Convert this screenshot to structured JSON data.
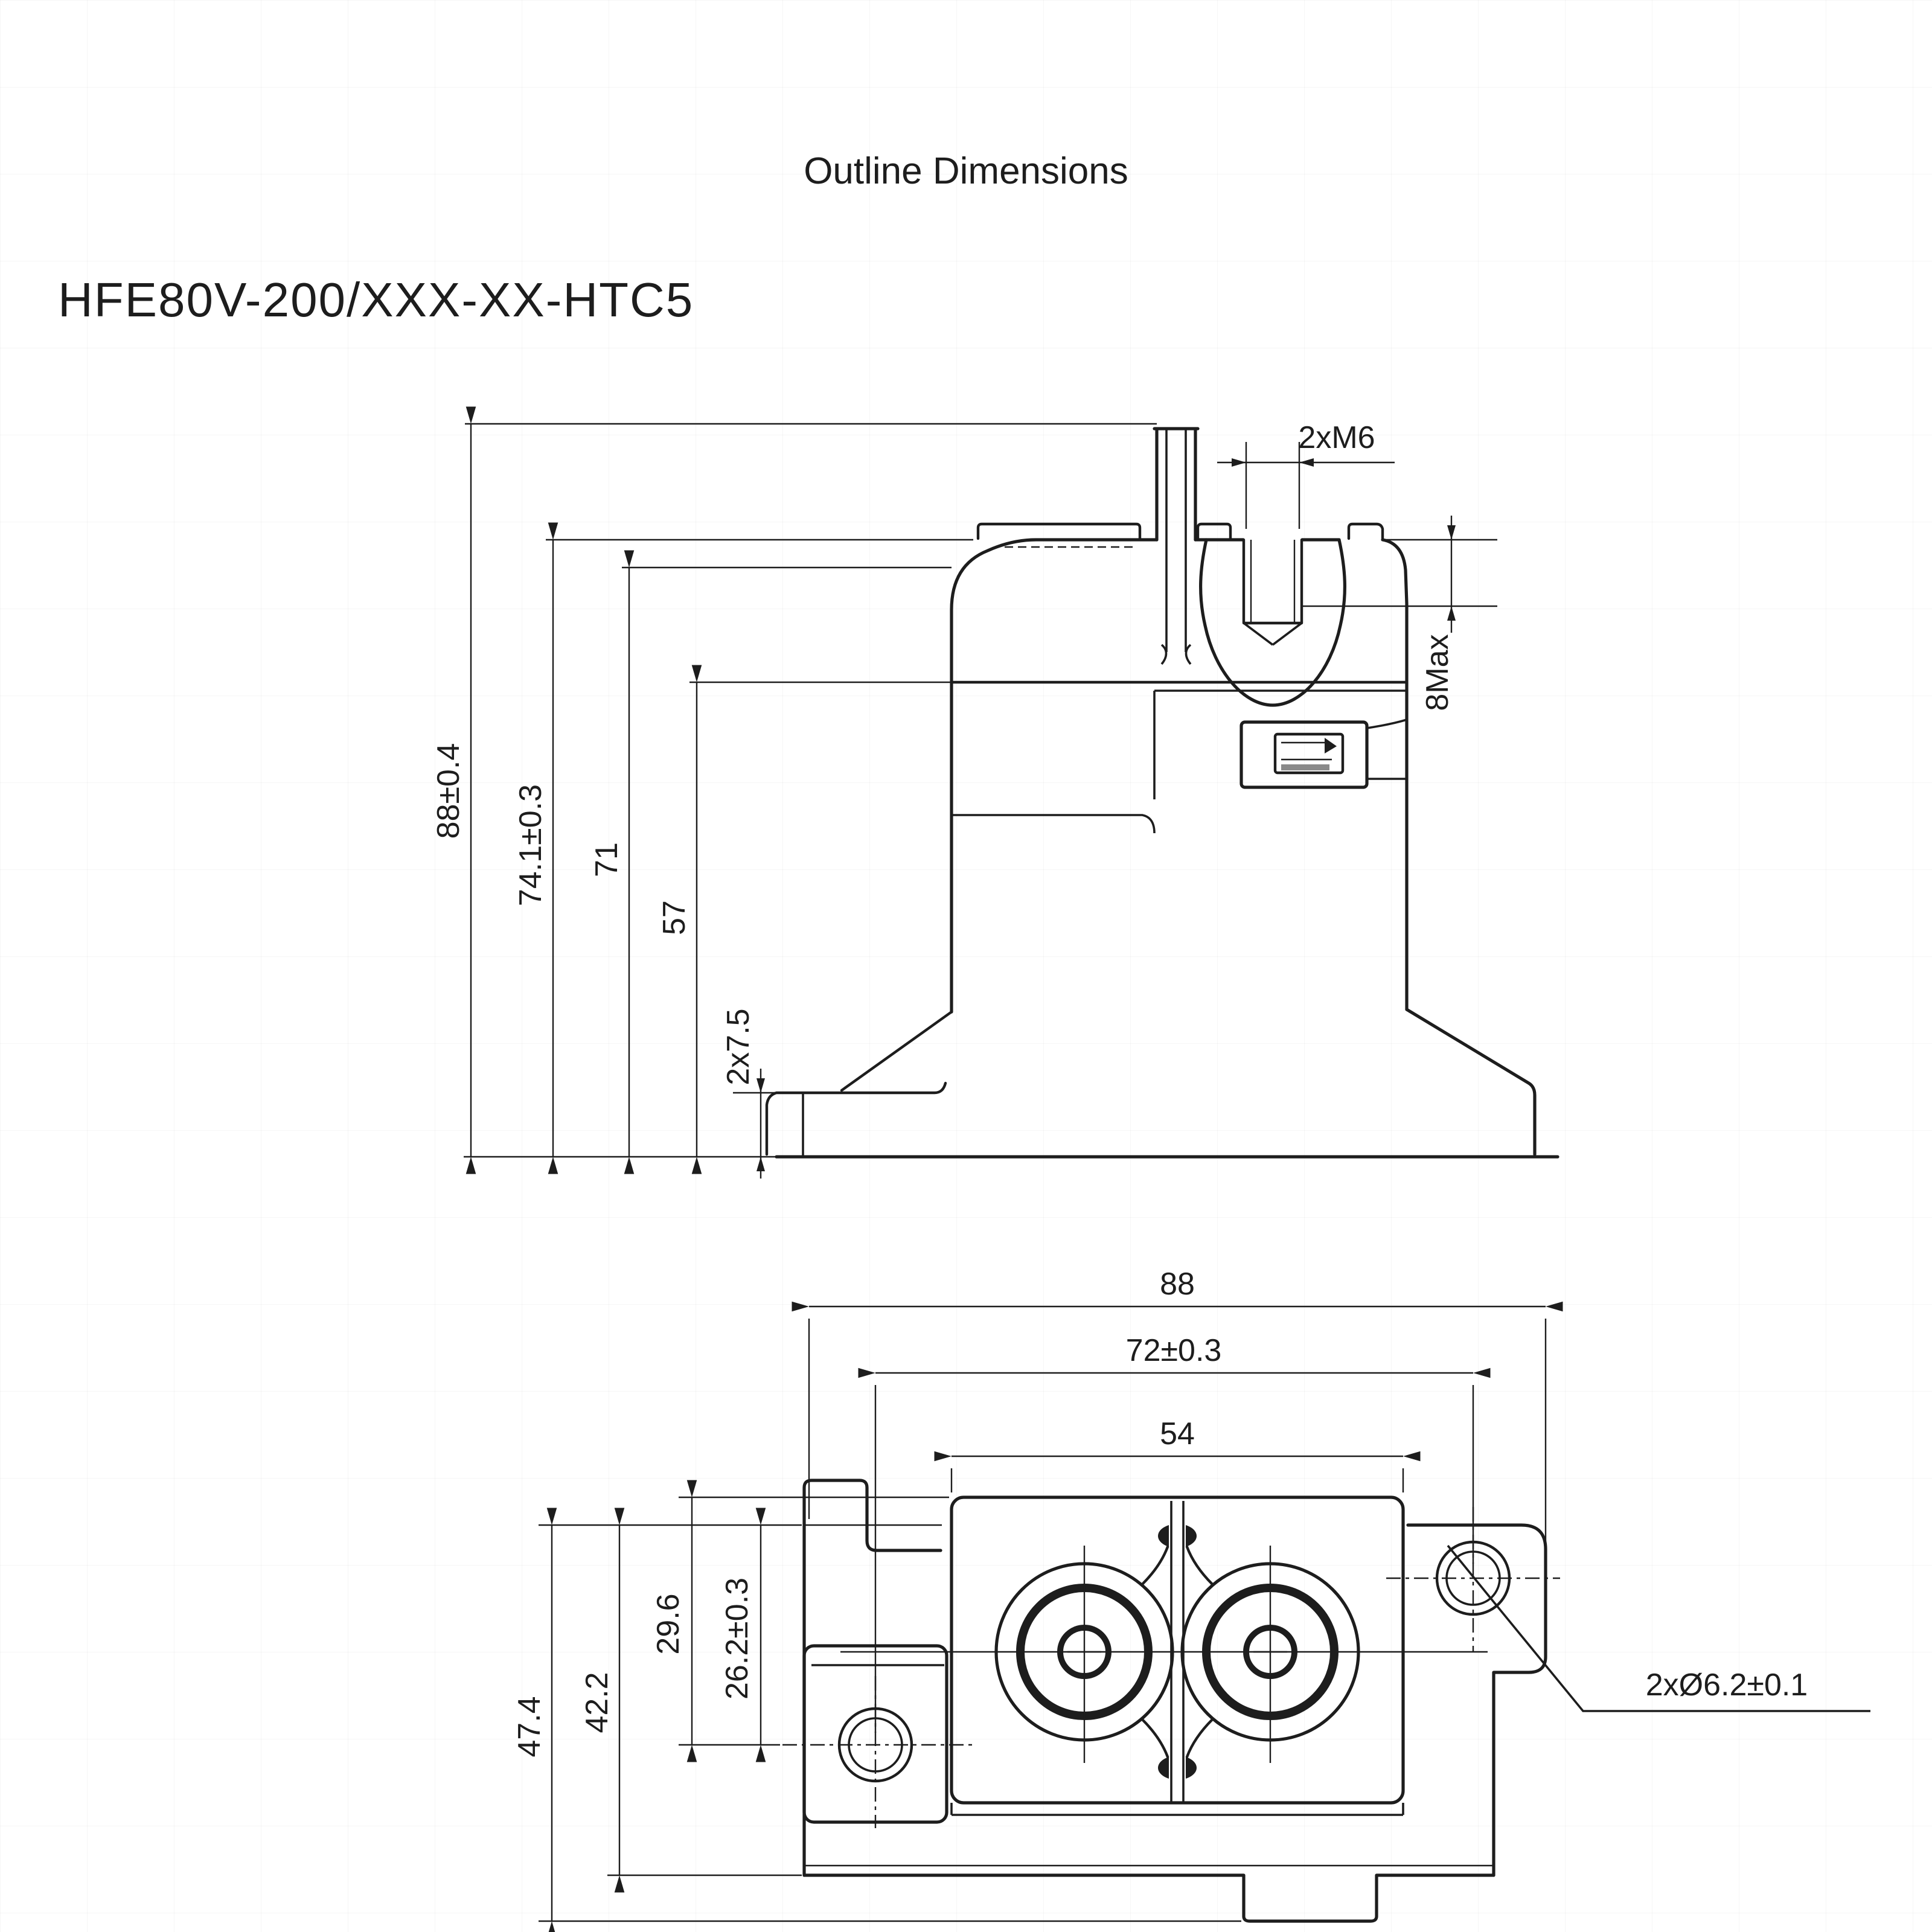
{
  "page": {
    "title": "Outline Dimensions",
    "part_number": "HFE80V-200/XXX-XX-HTC5",
    "colors": {
      "background": "#ffffff",
      "line": "#1d1d1d",
      "grid": "#ededed"
    }
  },
  "side_view": {
    "dims": {
      "overall_height": "88±0.4",
      "cap_height": "74.1±0.3",
      "body_height": "71",
      "step_height": "57",
      "foot_thickness": "2x7.5",
      "terminal_thread": "2xM6",
      "thread_depth": "8Max"
    }
  },
  "bottom_view": {
    "dims": {
      "overall_width": "88",
      "mounting_hole_spacing": "72±0.3",
      "terminal_block_width": "54",
      "overall_depth": "47.4",
      "body_depth": "42.2",
      "block_to_hole": "29.6",
      "edge_to_hole": "26.2±0.3",
      "mounting_hole_dia": "2xØ6.2±0.1"
    }
  }
}
